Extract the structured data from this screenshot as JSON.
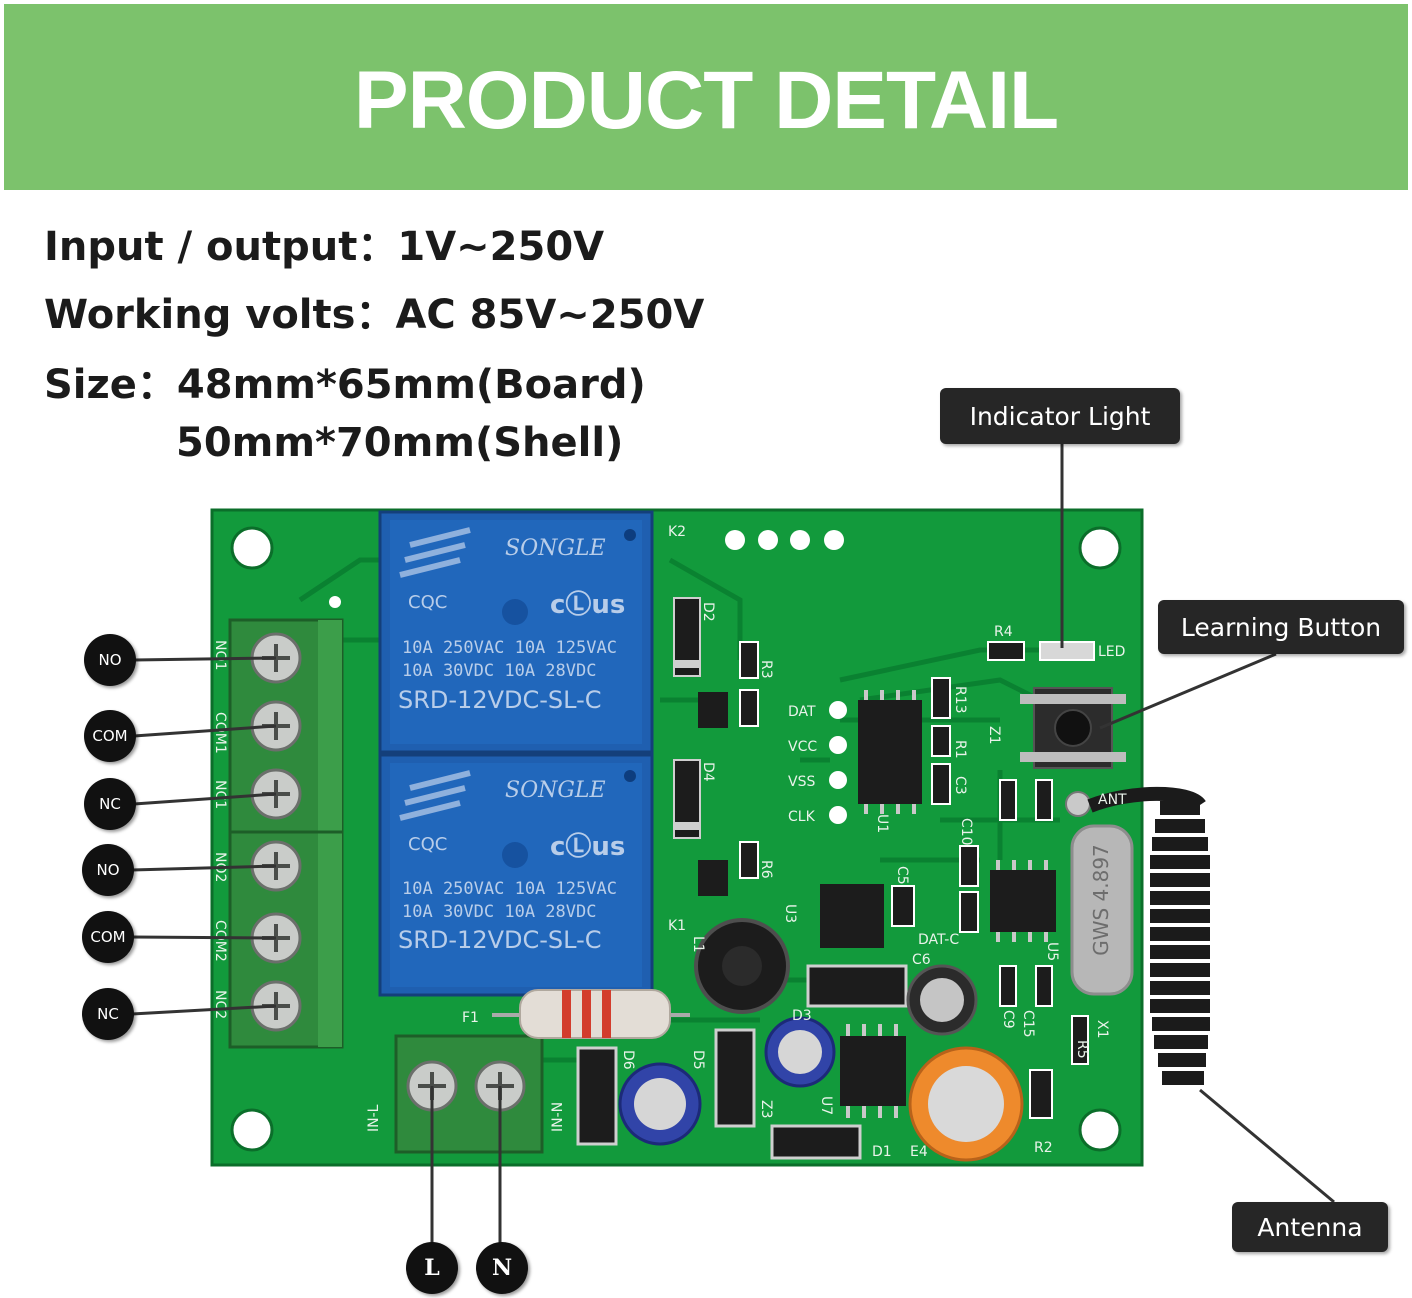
{
  "banner": {
    "title": "PRODUCT DETAIL"
  },
  "specs": {
    "input_output": "Input / output：1V~250V",
    "working_volts": "Working volts：AC 85V~250V",
    "size_board": "Size：48mm*65mm(Board)",
    "size_shell": "50mm*70mm(Shell)"
  },
  "callouts": {
    "indicator_light": "Indicator Light",
    "learning_button": "Learning Button",
    "antenna": "Antenna"
  },
  "terminals": {
    "relay1": [
      "NO",
      "COM",
      "NC"
    ],
    "relay2": [
      "NO",
      "COM",
      "NC"
    ],
    "power": [
      "L",
      "N"
    ]
  },
  "relays": {
    "brand": "SONGLE",
    "rating_line1": "10A 250VAC  10A 125VAC",
    "rating_line2": "10A  30VDC  10A  28VDC",
    "model": "SRD-12VDC-SL-C",
    "cqc": "CQC",
    "ul": "cⓁus"
  },
  "silkscreen": {
    "k1": "K1",
    "k2": "K2",
    "d2": "D2",
    "d4": "D4",
    "r3": "R3",
    "r6": "R6",
    "r4": "R4",
    "led": "LED",
    "r13": "R13",
    "r1": "R1",
    "c3": "C3",
    "z1": "Z1",
    "dat": "DAT",
    "vcc": "VCC",
    "vss": "VSS",
    "clk": "CLK",
    "u1": "U1",
    "u3": "U3",
    "c5": "C5",
    "c6": "C6",
    "c10": "C10",
    "u5": "U5",
    "x1": "X1",
    "r5": "R5",
    "c15": "C15",
    "c9": "C9",
    "d3": "D3",
    "d5": "D5",
    "d6": "D6",
    "d1": "D1",
    "e4": "E4",
    "r2": "R2",
    "u7": "U7",
    "z3": "Z3",
    "l1": "L1",
    "f1": "F1",
    "dat_c": "DAT-C",
    "ant": "ANT",
    "in_l": "IN-L",
    "in_n": "IN-N",
    "no1": "NO1",
    "com1": "COM1",
    "nc1": "NC1",
    "no2": "NO2",
    "com2": "COM2",
    "nc2": "NC2",
    "crystal": "GWS 4.897"
  },
  "colors": {
    "banner": "#7cc26c",
    "pcb": "#129a3c",
    "relay": "#1f5fb0",
    "terminal_block": "#2f8a3d"
  }
}
